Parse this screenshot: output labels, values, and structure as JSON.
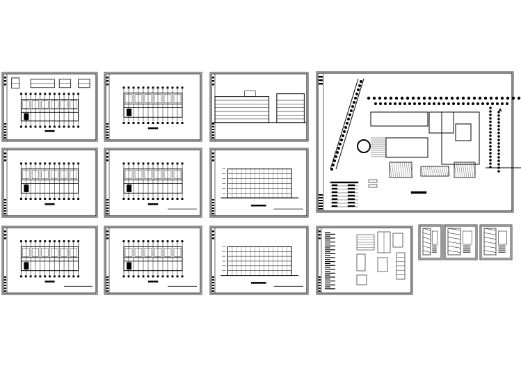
{
  "colors": {
    "background": "#ffffff",
    "ink": "#000000"
  },
  "sheets": [
    {
      "kind": "plan-with-details"
    },
    {
      "kind": "floor-plan"
    },
    {
      "kind": "section-elevation"
    },
    {
      "kind": "floor-plan"
    },
    {
      "kind": "floor-plan"
    },
    {
      "kind": "elevation"
    },
    {
      "kind": "roof-plan"
    },
    {
      "kind": "floor-plan"
    },
    {
      "kind": "elevation"
    },
    {
      "kind": "site-plan"
    },
    {
      "kind": "notes-details"
    },
    {
      "kind": "detail-small"
    },
    {
      "kind": "detail-small"
    },
    {
      "kind": "detail-small"
    }
  ]
}
